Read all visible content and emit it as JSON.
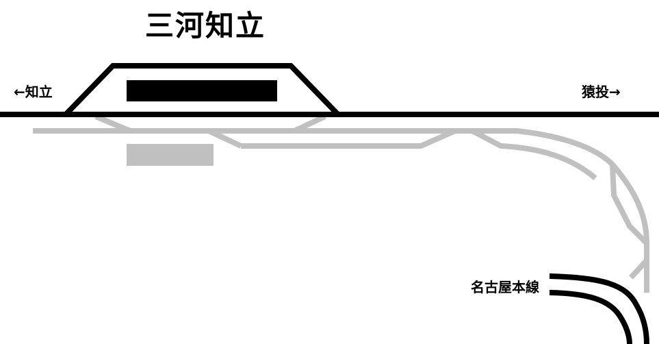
{
  "station_name": "三河知立",
  "direction_left": "←知立",
  "direction_right": "猿投→",
  "connecting_line": "名古屋本線",
  "colors": {
    "active_track": "#000000",
    "disused_track": "#c0c0c0"
  }
}
